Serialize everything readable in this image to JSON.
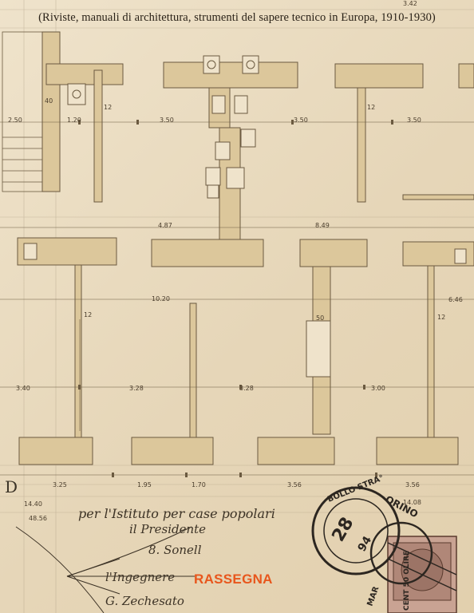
{
  "cover": {
    "subtitle": "(Riviste, manuali di architettura, strumenti del sapere tecnico in Europa, 1910-1930)",
    "brand": "RASSEGNA",
    "brand_color": "#e8561c",
    "wall_color": "#dcc79b",
    "line_color": "#6b5a40"
  },
  "plan": {
    "dimensions_top": [
      "2.50",
      "1.20",
      "3.50",
      "3.50",
      "3.50"
    ],
    "dimension_top_right": "3.42",
    "wall_marks": [
      "40",
      "12",
      "12",
      "50",
      "12",
      "12"
    ],
    "dimensions_mid": [
      "4.87",
      "8.49",
      "10.20",
      "6.46"
    ],
    "dimensions_lower": [
      "3.40",
      "3.28",
      "3.28",
      "3.00"
    ],
    "section_letter": "D",
    "dimensions_bottom": [
      "3.25",
      "1.95",
      "1.70",
      "3.56",
      "3.56"
    ],
    "dimension_bottom_right": "14.08",
    "dimensions_left": [
      "14.40",
      "48.56"
    ]
  },
  "signature": {
    "line1": "per l'Istituto per case popolari",
    "line2": "il Presidente",
    "line3": "8. Sonell",
    "line4": "l'Ingegnere",
    "line5": "G. Zechesato"
  },
  "stamp": {
    "ring_top": "BOLLO STRA°",
    "ring_right": "ORINO",
    "ring_bottom": "MAR",
    "date": "28",
    "year": "94",
    "value": "CENT 50 OLIRE"
  }
}
